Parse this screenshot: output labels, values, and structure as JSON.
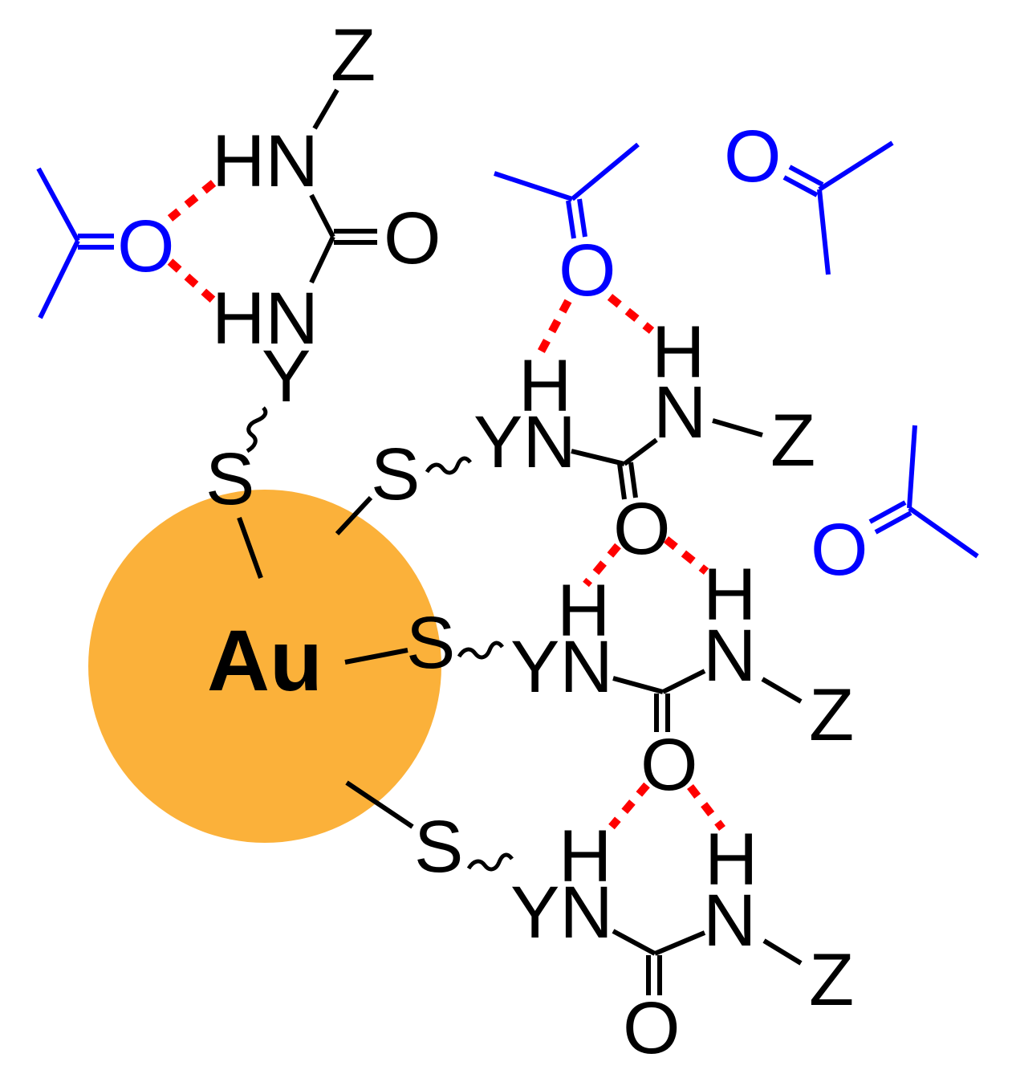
{
  "colors": {
    "gold": "#FBB13A",
    "bond": "#000000",
    "acetone": "#0000FF",
    "hbond": "#FF0000"
  },
  "labels": {
    "au": "Au",
    "s": "S",
    "y": "Y",
    "hn": "HN",
    "yn": "YN",
    "n": "N",
    "h": "H",
    "o": "O",
    "z": "Z"
  }
}
